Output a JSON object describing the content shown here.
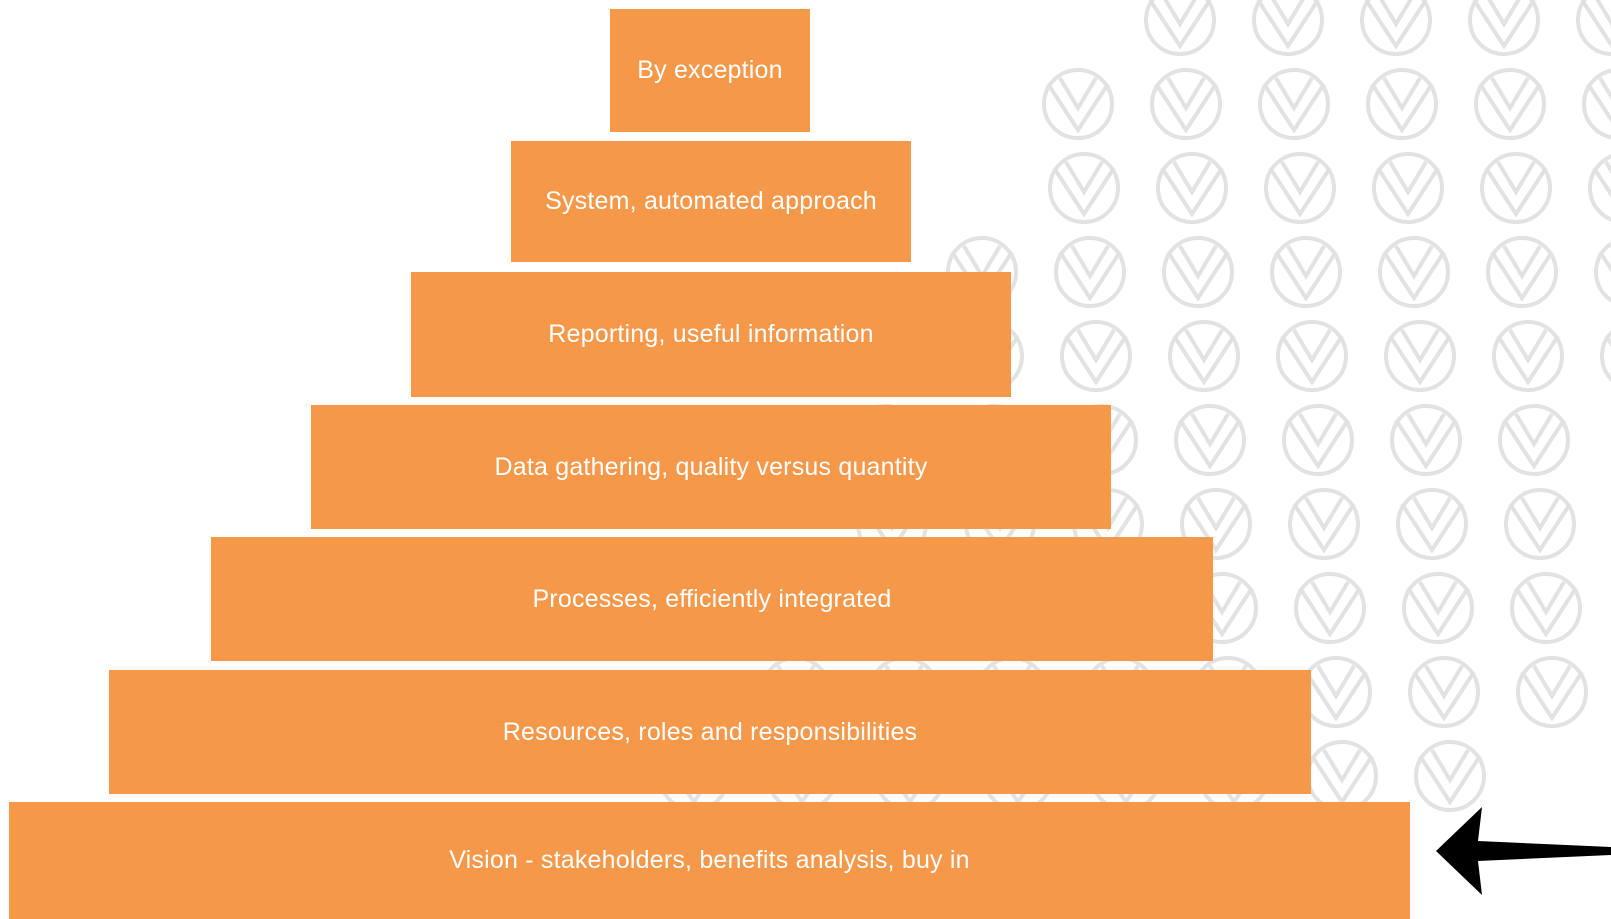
{
  "pyramid": {
    "tiers": [
      {
        "label": "By exception"
      },
      {
        "label": "System, automated approach"
      },
      {
        "label": "Reporting, useful information"
      },
      {
        "label": "Data gathering, quality versus quantity"
      },
      {
        "label": "Processes, efficiently integrated"
      },
      {
        "label": "Resources, roles and responsibilities"
      },
      {
        "label": "Vision - stakeholders, benefits analysis, buy in"
      }
    ]
  },
  "colors": {
    "tier_fill": "#f5984a",
    "tier_text": "#ffffff",
    "pattern_stroke": "#e2e2e2",
    "arrow": "#000000"
  },
  "icons": {
    "background_pattern": "v-logo-pattern",
    "pointer": "left-arrow-icon"
  }
}
